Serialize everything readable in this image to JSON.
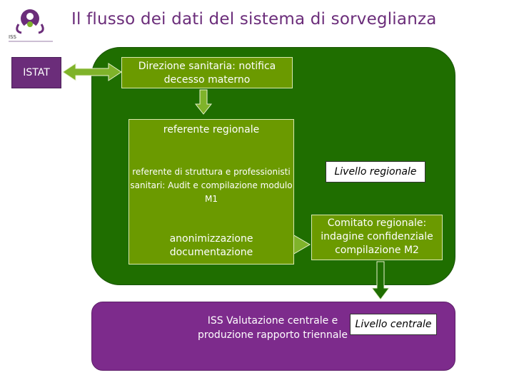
{
  "header": {
    "title": "Il flusso dei dati del sistema di sorveglianza",
    "logo_text": "ISS"
  },
  "istat": {
    "label": "ISTAT"
  },
  "direzione": {
    "text": "Direzione sanitaria: notifica decesso materno"
  },
  "referente": {
    "title": "referente regionale",
    "struttura_text": "referente di struttura e professionisti sanitari: Audit e compilazione modulo M1",
    "anon_text": "anonimizzazione documentazione"
  },
  "comitato": {
    "text": "Comitato regionale: indagine confidenziale compilazione M2"
  },
  "livelli": {
    "regionale": "Livello regionale",
    "centrale": "Livello centrale"
  },
  "iss": {
    "text": "ISS Valutazione centrale e produzione rapporto triennale"
  },
  "colors": {
    "title_purple": "#6b2d7a",
    "region_green": "#1f6e00",
    "box_green": "#6b9a00",
    "region_purple": "#7d2b8c",
    "arrow_green": "#7fb32a"
  }
}
